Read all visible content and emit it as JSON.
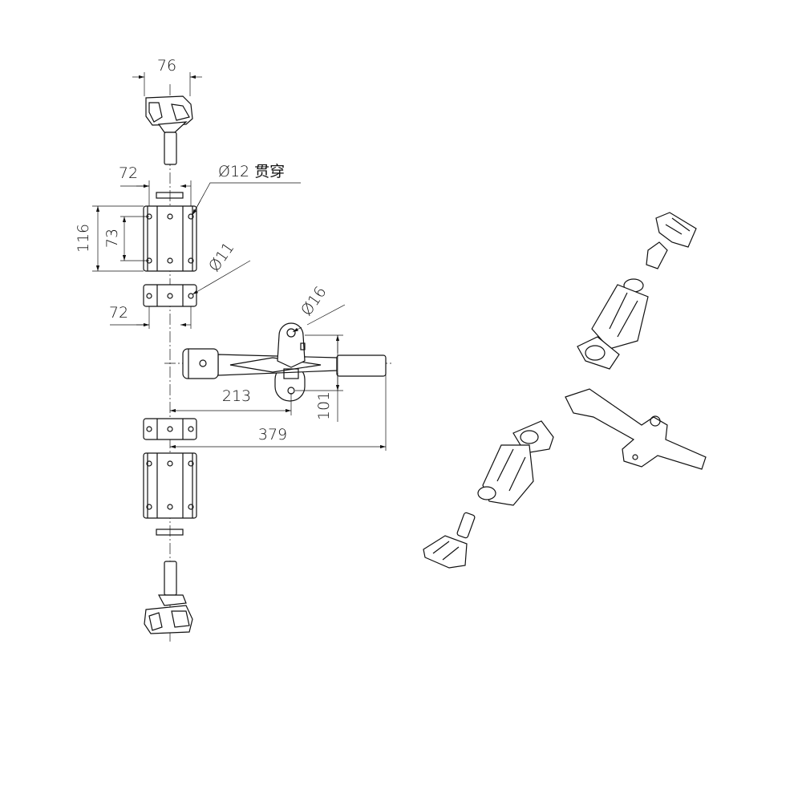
{
  "dimensions": {
    "lock_width": "76",
    "plate_width_top": "72",
    "hole_through": "Ø12 贯穿",
    "plate_height": "116",
    "hole_spacing": "73",
    "hole_small": "Ø11",
    "plate_width_lower": "72",
    "pivot_hole": "Ø16",
    "handle_pivot_offset": "213",
    "handle_drop": "101",
    "handle_length": "379"
  }
}
